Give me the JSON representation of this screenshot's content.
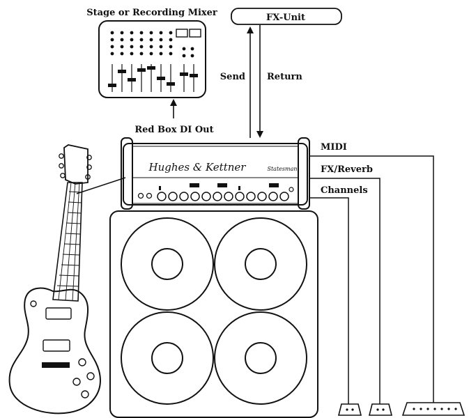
{
  "labels": {
    "mixer": "Stage or Recording Mixer",
    "fx_unit": "FX-Unit",
    "send": "Send",
    "return": "Return",
    "red_box": "Red Box DI Out",
    "midi": "MIDI",
    "fx_reverb": "FX/Reverb",
    "channels": "Channels"
  },
  "amp": {
    "logo": "Hughes & Kettner",
    "model": "Statesman"
  }
}
